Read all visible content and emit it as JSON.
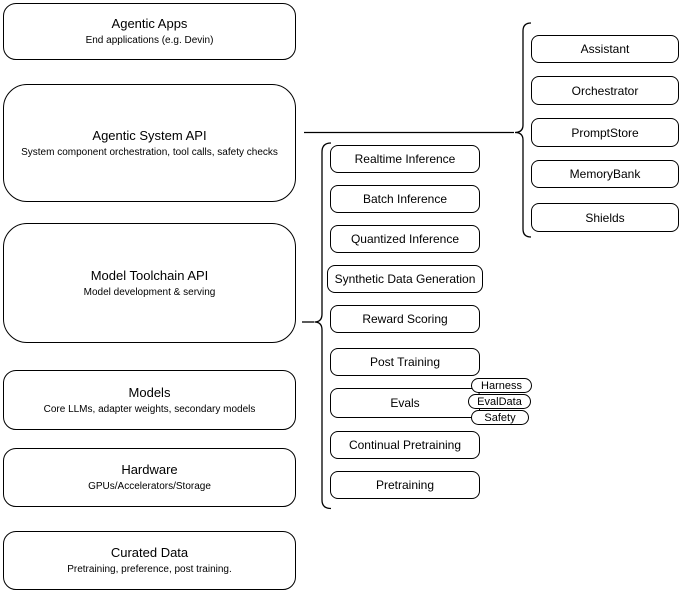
{
  "left_stack": {
    "boxes": [
      {
        "title": "Agentic Apps",
        "subtitle": "End applications (e.g. Devin)"
      },
      {
        "title": "Agentic System API",
        "subtitle": "System component orchestration, tool calls, safety checks"
      },
      {
        "title": "Model Toolchain API",
        "subtitle": "Model development & serving"
      },
      {
        "title": "Models",
        "subtitle": "Core LLMs, adapter weights, secondary models"
      },
      {
        "title": "Hardware",
        "subtitle": "GPUs/Accelerators/Storage"
      },
      {
        "title": "Curated Data",
        "subtitle": "Pretraining, preference, post training."
      }
    ]
  },
  "toolchain_stack": {
    "boxes": [
      {
        "label": "Realtime Inference"
      },
      {
        "label": "Batch Inference"
      },
      {
        "label": "Quantized Inference"
      },
      {
        "label": "Synthetic Data Generation"
      },
      {
        "label": "Reward Scoring"
      },
      {
        "label": "Post Training"
      },
      {
        "label": "Evals"
      },
      {
        "label": "Continual Pretraining"
      },
      {
        "label": "Pretraining"
      }
    ]
  },
  "evals_tags": [
    {
      "label": "Harness"
    },
    {
      "label": "EvalData"
    },
    {
      "label": "Safety"
    }
  ],
  "system_stack": {
    "boxes": [
      {
        "label": "Assistant"
      },
      {
        "label": "Orchestrator"
      },
      {
        "label": "PromptStore"
      },
      {
        "label": "MemoryBank"
      },
      {
        "label": "Shields"
      }
    ]
  },
  "colors": {
    "stroke": "#000000",
    "fill": "#ffffff",
    "text": "#000000",
    "background": "#ffffff"
  }
}
